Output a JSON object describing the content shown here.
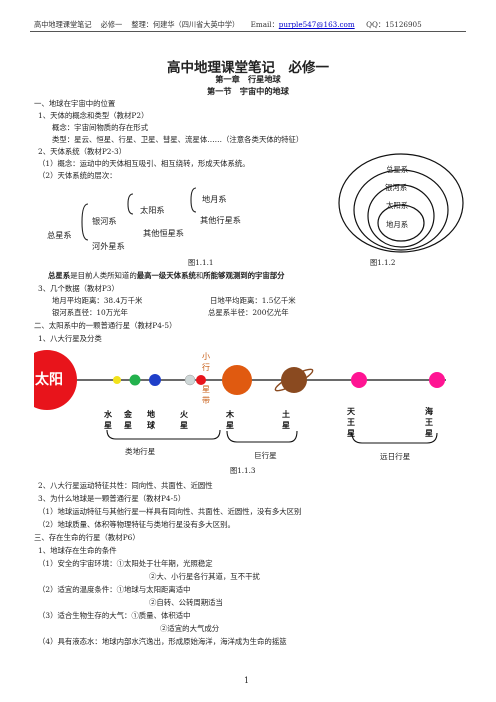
{
  "header": {
    "title": "高中地理课堂笔记",
    "volume": "必修一",
    "compiler": "整理：何建华（四川省大英中学）",
    "email_label": "Email：",
    "email": "purple547@163.com",
    "qq": "QQ：15126905"
  },
  "doc_title": "高中地理课堂笔记　必修一",
  "chapter": "第一章　行星地球",
  "section": "第一节　宇宙中的地球",
  "lines": {
    "l1": "一、地球在宇宙中的位置",
    "l2": "1、天体的概念和类型（教材P2）",
    "l3": "概念：宇宙间物质的存在形式",
    "l4": "类型：星云、恒星、行星、卫星、彗星、流星体……（注意各类天体的特征）",
    "l5": "2、天体系统（教材P2-3）",
    "l6": "（1）概念：运动中的天体相互吸引、相互绕转，形成天体系统。",
    "l7": "（2）天体系统的层次：",
    "l9": "3、几个数据（教材P3）",
    "l10a": "地月平均距离：38.4万千米",
    "l10b": "日地平均距离：1.5亿千米",
    "l11a": "银河系直径：10万光年",
    "l11b": "总星系半径：200亿光年",
    "l12": "二、太阳系中的一颗普通行星（教材P4-5）",
    "l13": "1、八大行星及分类",
    "l14": "2、八大行星运动特征共性：同向性、共面性、近圆性",
    "l15": "3、为什么地球是一颗普通行星（教材P4-5）",
    "l16": "（1）地球运动特征与其他行星一样具有同向性、共面性、近圆性，没有多大区别",
    "l17": "（2）地球质量、体积等物理特征与类地行星没有多大区别。",
    "l18": "三、存在生命的行星（教材P6）",
    "l19": "1、地球存在生命的条件",
    "l20": "（1）安全的宇宙环境：①太阳处于壮年期，光照稳定",
    "l21": "②大、小行星各行其道，互不干扰",
    "l22": "（2）适宜的温度条件：①地球与太阳距离适中",
    "l23": "②自转、公转周期适当",
    "l24": "（3）适合生物生存的大气：①质量、体积适中",
    "l25": "②适宜的大气成分",
    "l26": "（4）具有液态水：地球内部水汽逸出，形成原始海洋，海洋成为生命的摇篮"
  },
  "statement": {
    "a": "总星系",
    "b": "是目前人类所知道的",
    "c": "最高一级天体系统",
    "d": "和",
    "e": "所能够观测到的宇宙部分"
  },
  "hierarchy": {
    "root": "总星系",
    "galaxy": "银河系",
    "extragalactic": "河外星系",
    "solar": "太阳系",
    "other_stars": "其他恒星系",
    "earth_moon": "地月系",
    "other_planets": "其他行星系"
  },
  "nested": [
    "总星系",
    "银河系",
    "太阳系",
    "地月系"
  ],
  "solar_diagram": {
    "sun": "太阳",
    "asteroid_belt": "小行星带",
    "planets": [
      "水星",
      "金星",
      "地球",
      "火星",
      "木星",
      "土星",
      "天王星",
      "海王星"
    ],
    "groups": [
      "类地行星",
      "巨行星",
      "远日行星"
    ],
    "colors": {
      "sun": "#e8141b",
      "mercury": "#f2e21b",
      "venus": "#23b14d",
      "earth": "#1f3fc9",
      "asteroid": "#cfd8d8",
      "mars": "#e8141b",
      "jupiter": "#e05a10",
      "saturn": "#8a4a20",
      "uranus": "#ff1493",
      "neptune": "#ff1493",
      "labels": "#c75b12"
    }
  },
  "captions": {
    "fig1": "图1.1.1",
    "fig2": "图1.1.2",
    "fig3": "图1.1.3"
  },
  "page_number": "1"
}
